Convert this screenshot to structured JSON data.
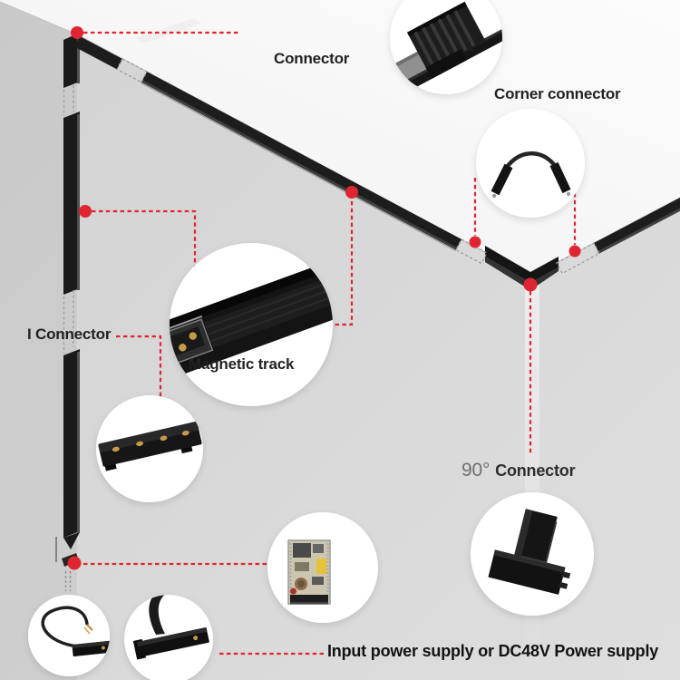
{
  "labels": {
    "connector": "Connector",
    "corner_connector": "Corner connector",
    "i_connector": "I Connector",
    "magnetic_track": "Magnetic track",
    "angle_90": "90°",
    "angle_90_connector": "Connector",
    "power_supply": "Input power supply or DC48V Power supply"
  },
  "colors": {
    "accent_red": "#df2532",
    "track_black": "#1a1a1a",
    "ceiling_white": "#f9f9f9",
    "wall_gray": "#d9d9d9",
    "contact_gold": "#c79a4b",
    "label_color": "#222222",
    "angle_gray": "#6e6e6e"
  },
  "callouts": [
    "connector-photo",
    "corner-connector-photo",
    "magnetic-track-photo",
    "i-connector-photo",
    "power-supply-photo",
    "90-degree-connector-photo",
    "flexible-feed-photo",
    "feed-connector-photo"
  ]
}
